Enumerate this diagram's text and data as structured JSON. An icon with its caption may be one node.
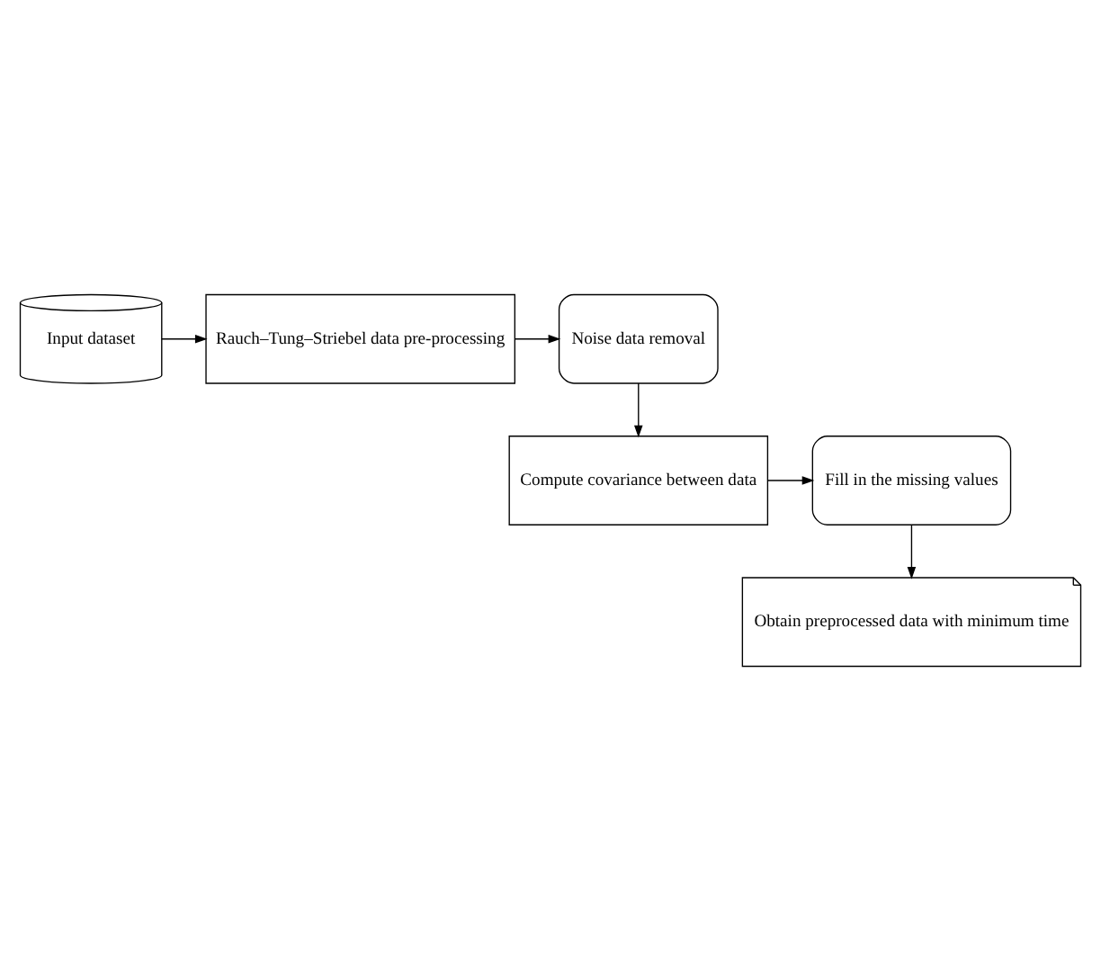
{
  "diagram": {
    "nodes": [
      {
        "text": [
          "Input dataset"
        ]
      },
      {
        "text": [
          "Rauch–Tung–Striebel data pre-processing"
        ]
      },
      {
        "text": [
          "Noise data removal"
        ]
      },
      {
        "text": [
          "Compute covariance between data"
        ]
      },
      {
        "text": [
          "Fill in the missing values"
        ]
      },
      {
        "text": [
          "Obtain preprocessed data with minimum time"
        ]
      }
    ],
    "edges": [
      {
        "from": 0,
        "to": 1,
        "arrow": "to"
      },
      {
        "from": 1,
        "to": 2,
        "arrow": "to"
      },
      {
        "from": 2,
        "to": 3,
        "arrow": "to"
      },
      {
        "from": 3,
        "to": 4,
        "arrow": "to"
      },
      {
        "from": 4,
        "to": 5,
        "arrow": "to"
      }
    ]
  }
}
